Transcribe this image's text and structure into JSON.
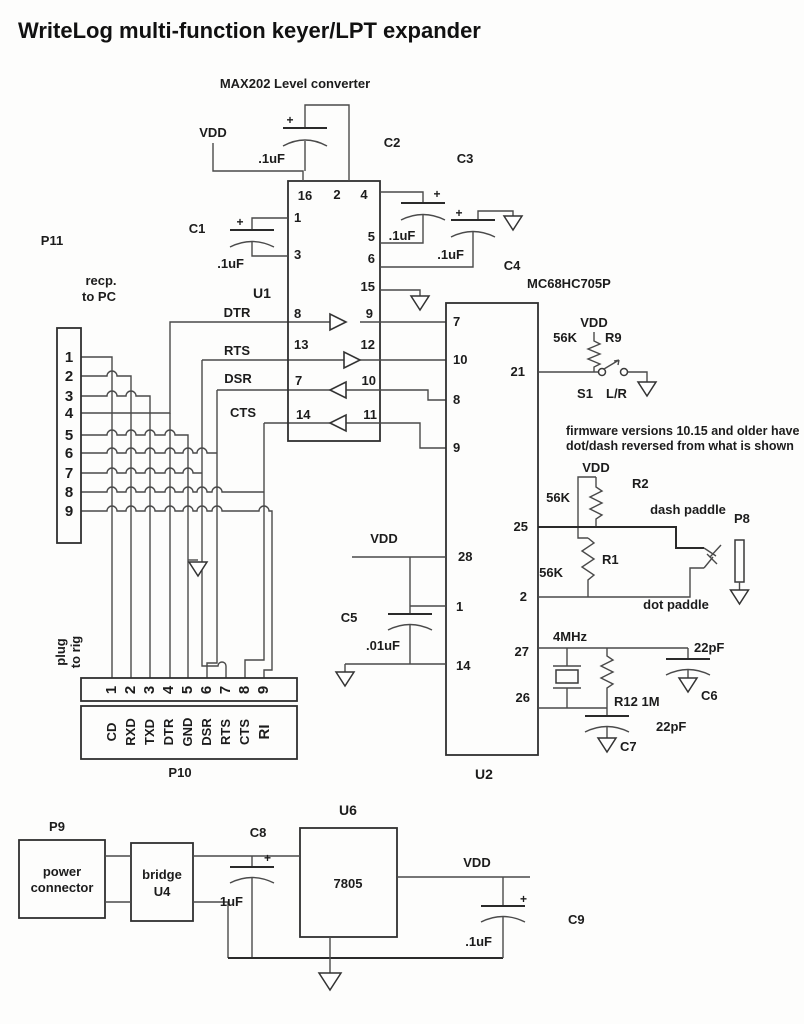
{
  "title": "WriteLog multi-function keyer/LPT expander",
  "heading": "MAX202 Level converter",
  "note": [
    "firmware versions 10.15 and older have",
    "dot/dash reversed from what is shown"
  ],
  "labels": {
    "vdd": "VDD",
    "plus": "+"
  },
  "signals": {
    "dtr": "DTR",
    "rts": "RTS",
    "dsr": "DSR",
    "cts": "CTS"
  },
  "u1": {
    "name": "U1",
    "pins_top": [
      "16",
      "2",
      "4"
    ],
    "pins_left": [
      "1",
      "3",
      "8",
      "13",
      "7",
      "14"
    ],
    "pins_right": [
      "5",
      "6",
      "15",
      "9",
      "12",
      "10",
      "11"
    ]
  },
  "u2": {
    "name": "U2",
    "part": "MC68HC705P",
    "c4_ref": "C4",
    "pins_left": [
      "7",
      "10",
      "8",
      "9",
      "28",
      "1",
      "14"
    ],
    "pins_right": [
      "21",
      "25",
      "2",
      "27",
      "26"
    ]
  },
  "p11": {
    "name": "P11",
    "desc1": "recp.",
    "desc2": "to PC",
    "pins": [
      "1",
      "2",
      "3",
      "4",
      "5",
      "6",
      "7",
      "8",
      "9"
    ]
  },
  "p10": {
    "name": "P10",
    "desc1": "plug",
    "desc2": "to rig",
    "pins": [
      "1",
      "2",
      "3",
      "4",
      "5",
      "6",
      "7",
      "8",
      "9"
    ],
    "signals": [
      "CD",
      "RXD",
      "TXD",
      "DTR",
      "GND",
      "DSR",
      "RTS",
      "CTS",
      "RI"
    ]
  },
  "caps": {
    "c1": {
      "name": "C1",
      "value": ".1uF"
    },
    "c2": {
      "name": "C2",
      "value": ".1uF"
    },
    "c3": {
      "name": "C3",
      "value": ".1uF"
    },
    "c4": {
      "value": ".1uF"
    },
    "c5": {
      "name": "C5",
      "value": ".01uF"
    },
    "c6": {
      "name": "C6",
      "value": "22pF"
    },
    "c7": {
      "name": "C7",
      "value": "22pF"
    },
    "c8": {
      "name": "C8",
      "value": "1uF"
    },
    "c9": {
      "name": "C9",
      "value": ".1uF"
    }
  },
  "resistors": {
    "r9": {
      "name": "R9",
      "value": "56K"
    },
    "r2": {
      "name": "R2",
      "value": "56K"
    },
    "r1": {
      "name": "R1",
      "value": "56K"
    },
    "r12": {
      "name": "R12 1M"
    }
  },
  "xtal": {
    "value": "4MHz"
  },
  "switch": {
    "name": "S1",
    "label": "L/R"
  },
  "p8": {
    "name": "P8",
    "dash": "dash paddle",
    "dot": "dot paddle"
  },
  "power": {
    "p9": "P9",
    "line1": "power",
    "line2": "connector",
    "bridge": "bridge",
    "u4": "U4",
    "u6": "U6",
    "reg": "7805"
  }
}
